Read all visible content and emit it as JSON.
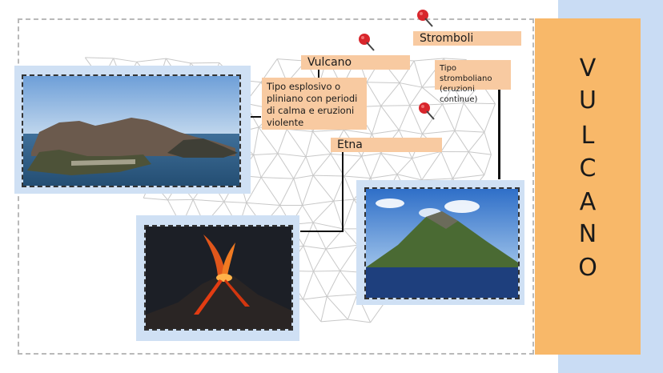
{
  "title_letters": [
    "V",
    "U",
    "L",
    "C",
    "A",
    "N",
    "O"
  ],
  "vulcano": {
    "name": "Vulcano",
    "desc_lines": [
      "Tipo esplosivo o",
      "pliniano con periodi",
      "di calma e eruzioni",
      "violente"
    ]
  },
  "stromboli": {
    "name": "Stromboli",
    "desc_lines": [
      "Tipo stromboliano",
      "(eruzioni continue)"
    ]
  },
  "etna": {
    "name": "Etna"
  },
  "colors": {
    "panel_orange": "#f8b869",
    "label_peach": "#f8caa1",
    "photo_frame_blue": "#cfe0f4",
    "side_blue": "#c9dcf4",
    "pin_red": "#d8262c"
  },
  "icons": [
    "push-pin-icon",
    "push-pin-icon",
    "push-pin-icon"
  ]
}
